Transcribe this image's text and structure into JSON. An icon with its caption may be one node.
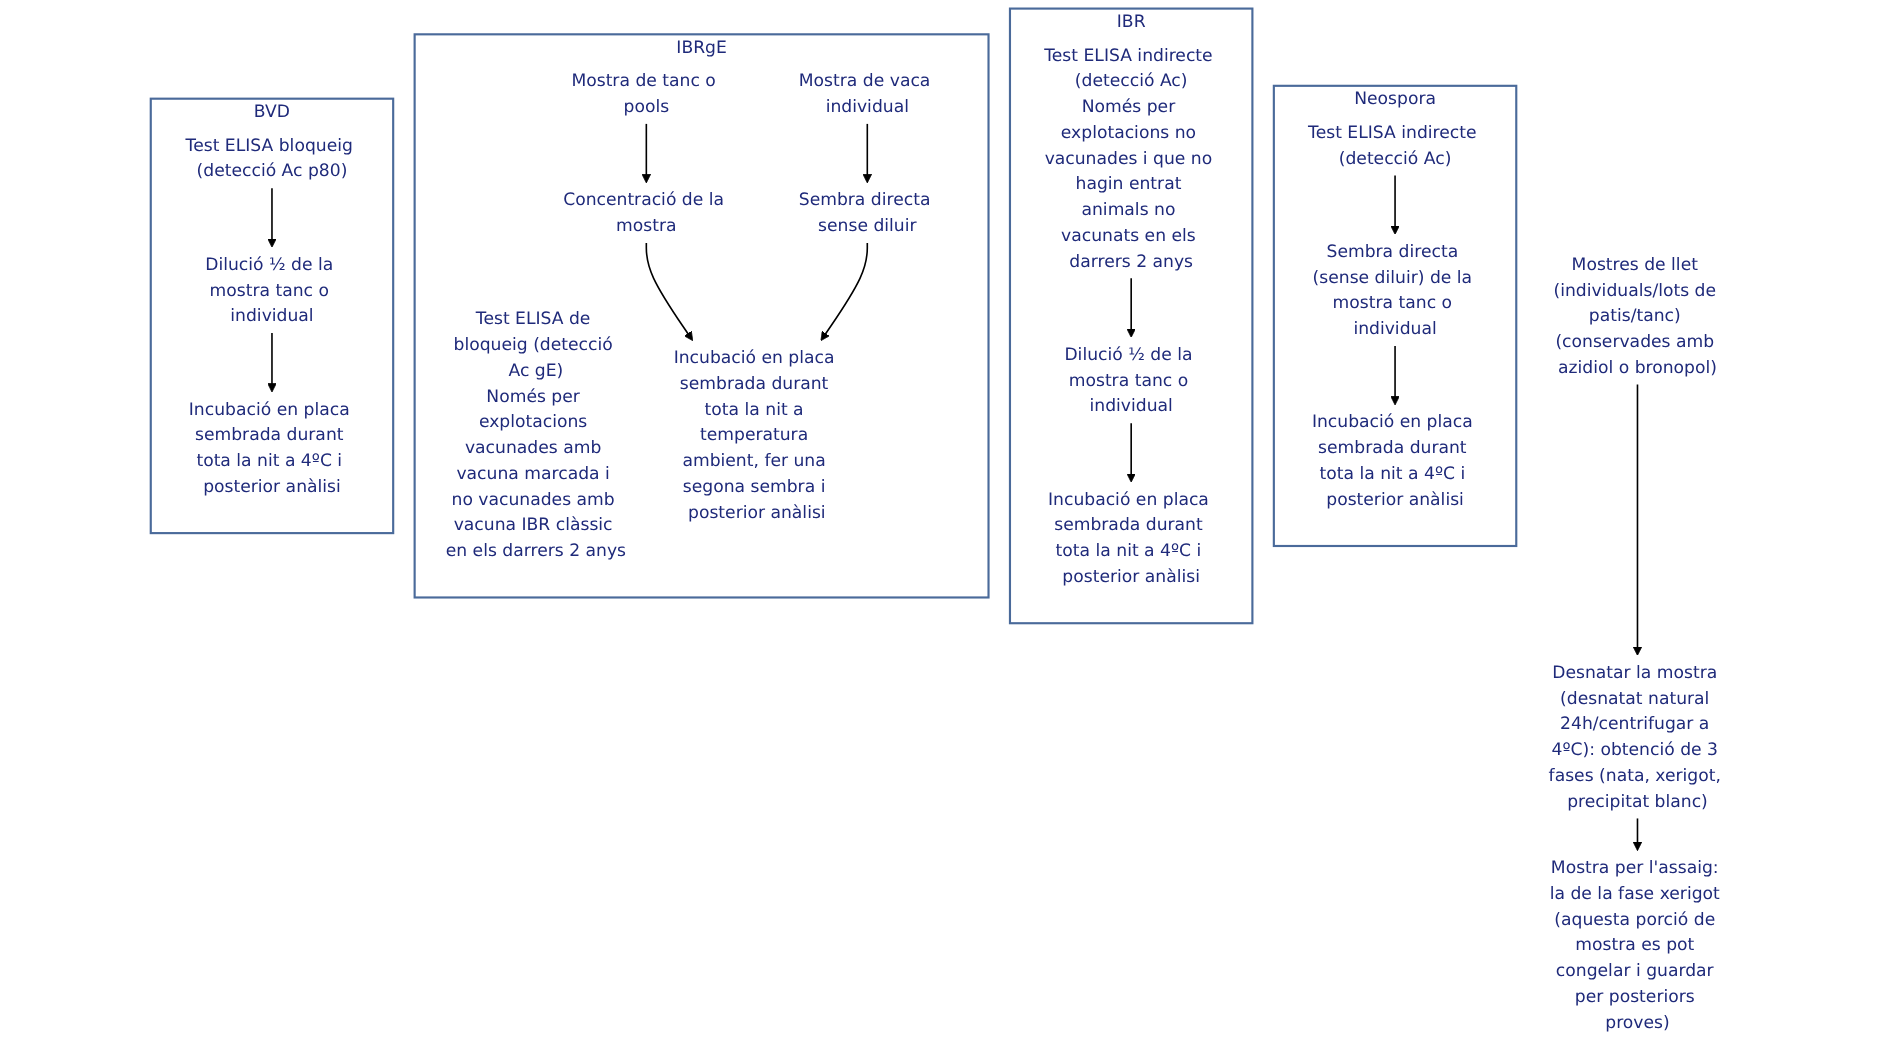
{
  "diagram": {
    "nodes": [
      {
        "text": [
          "Mostres de llet (individuals/lots de patis/tanc) (conservades amb azidiol o bronopol)"
        ]
      },
      {
        "text": [
          "Desnatar la mostra (desnatat natural 24h/centrifugar a 4ºC): obtenció de 3 fases (nata, xerigot, precipitat blanc)"
        ]
      },
      {
        "text": [
          "Mostra per l'assaig: la de la fase xerigot (aquesta porció de mostra es pot congelar i guardar per posteriors proves)"
        ]
      },
      {
        "text": [
          "Neospora"
        ]
      },
      {
        "text": [
          "Test ELISA indirecte (detecció Ac)"
        ],
        "in": 3
      },
      {
        "text": [
          "Sembra directa (sense diluir) de la mostra tanc o individual"
        ],
        "in": 3
      },
      {
        "text": [
          "Incubació en placa sembrada durant tota la nit a 4ºC i posterior anàlisi"
        ],
        "in": 3
      },
      {
        "text": [
          "IBR"
        ]
      },
      {
        "text": [
          "Test ELISA indirecte (detecció Ac)",
          "Només per explotacions no vacunades i que no hagin entrat animals no vacunats en els darrers 2 anys"
        ],
        "in": 7
      },
      {
        "text": [
          "Dilució ½ de la mostra tanc o individual"
        ],
        "in": 7
      },
      {
        "text": [
          "Incubació en placa sembrada durant tota la nit a 4ºC i posterior anàlisi"
        ],
        "in": 7
      },
      {
        "text": [
          "IBRgE"
        ]
      },
      {
        "text": [
          "Test ELISA de bloqueig (detecció Ac gE)",
          "Només per explotacions vacunades amb vacuna marcada i no vacunades amb vacuna IBR clàssic en els darrers 2 anys"
        ],
        "in": 11
      },
      {
        "text": [
          "Mostra de tanc o pools"
        ],
        "in": 11
      },
      {
        "text": [
          "Mostra de vaca individual"
        ],
        "in": 11
      },
      {
        "text": [
          "Concentració de la mostra"
        ],
        "in": 11
      },
      {
        "text": [
          "Sembra directa sense diluir"
        ],
        "in": 11
      },
      {
        "text": [
          "Incubació en placa sembrada durant tota la nit a temperatura ambient, fer una segona sembra i posterior anàlisi"
        ],
        "in": 11
      },
      {
        "text": [
          "BVD"
        ]
      },
      {
        "text": [
          "Test ELISA bloqueig (detecció Ac p80)"
        ],
        "in": 18
      },
      {
        "text": [
          "Dilució ½ de la mostra tanc o individual"
        ],
        "in": 18
      },
      {
        "text": [
          "Incubació en placa sembrada durant tota la nit a 4ºC i posterior anàlisi"
        ],
        "in": 18
      }
    ],
    "edges": [
      {
        "from": 0,
        "to": 1,
        "arrow": "to"
      },
      {
        "from": 1,
        "to": 2,
        "arrow": "to"
      },
      {
        "from": 4,
        "to": 5,
        "arrow": "to"
      },
      {
        "from": 5,
        "to": 6,
        "arrow": "to"
      },
      {
        "from": 8,
        "to": 9,
        "arrow": "to"
      },
      {
        "from": 9,
        "to": 10,
        "arrow": "to"
      },
      {
        "from": 13,
        "to": 15,
        "arrow": "to"
      },
      {
        "from": 14,
        "to": 16,
        "arrow": "to"
      },
      {
        "from": 15,
        "to": 17,
        "arrow": "to"
      },
      {
        "from": 16,
        "to": 17,
        "arrow": "to"
      },
      {
        "from": 19,
        "to": 20,
        "arrow": "to"
      },
      {
        "from": 20,
        "to": 21,
        "arrow": "to"
      }
    ]
  }
}
